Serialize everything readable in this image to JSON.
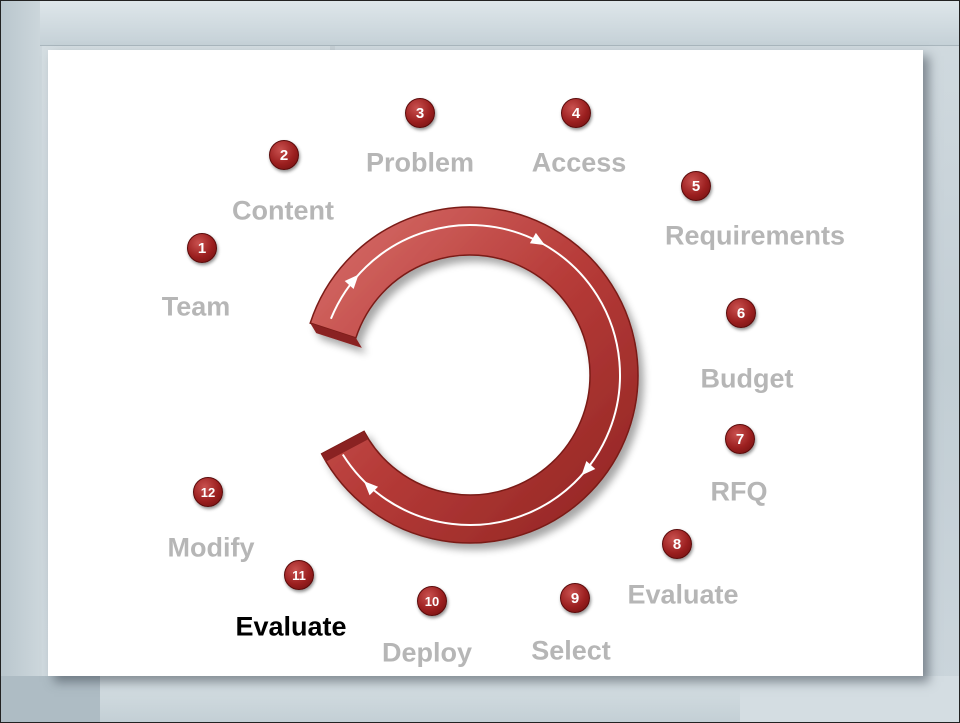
{
  "colors": {
    "ring_light": "#d9706c",
    "ring_mid": "#b63b38",
    "ring_dark": "#8e2321",
    "badge": "#a52a2a",
    "label_inactive": "#b6b6b6",
    "label_active": "#000000"
  },
  "steps": [
    {
      "number": "1",
      "label": "Team"
    },
    {
      "number": "2",
      "label": "Content"
    },
    {
      "number": "3",
      "label": "Problem"
    },
    {
      "number": "4",
      "label": "Access"
    },
    {
      "number": "5",
      "label": "Requirements"
    },
    {
      "number": "6",
      "label": "Budget"
    },
    {
      "number": "7",
      "label": "RFQ"
    },
    {
      "number": "8",
      "label": "Evaluate"
    },
    {
      "number": "9",
      "label": "Select"
    },
    {
      "number": "10",
      "label": "Deploy"
    },
    {
      "number": "11",
      "label": "Evaluate",
      "active": true
    },
    {
      "number": "12",
      "label": "Modify"
    }
  ]
}
